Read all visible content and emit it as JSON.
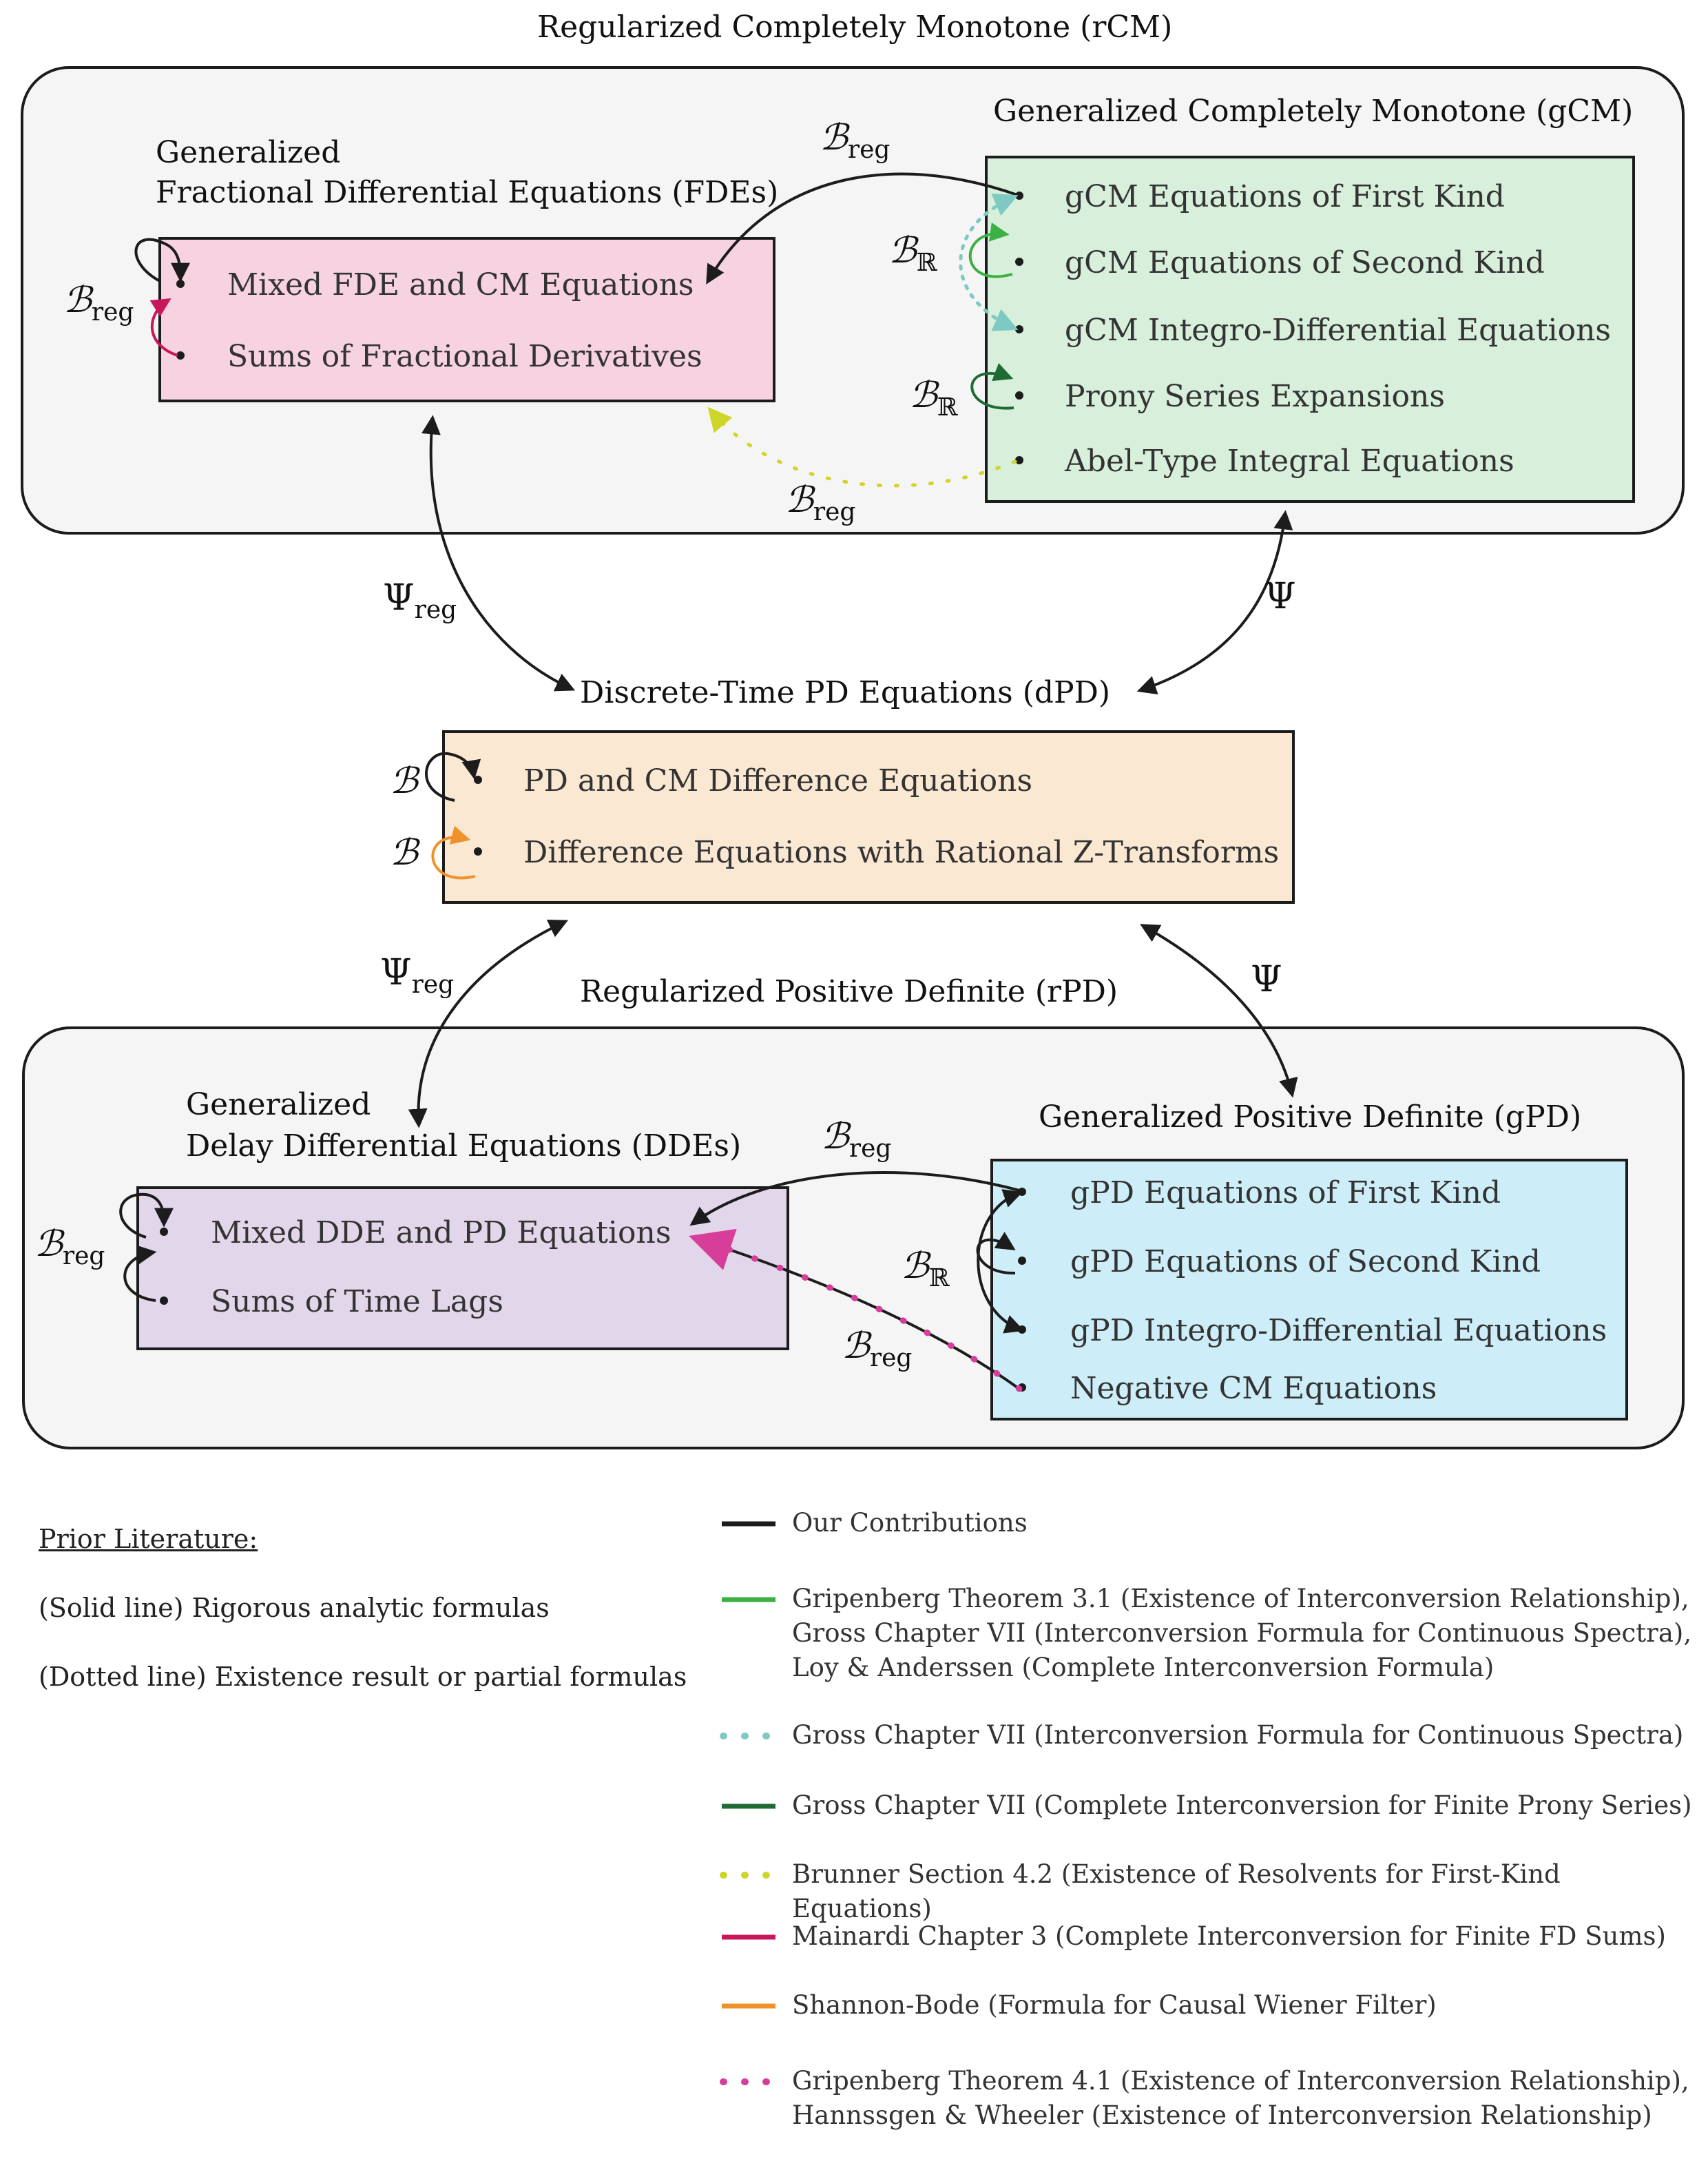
{
  "rcm": {
    "title": "Regularized Completely Monotone (rCM)",
    "fde": {
      "title_l1": "Generalized",
      "title_l2": "Fractional Differential Equations (FDEs)",
      "items": [
        "Mixed FDE and CM Equations",
        "Sums of Fractional Derivatives"
      ]
    },
    "gcm": {
      "title": "Generalized Completely Monotone (gCM)",
      "items": [
        "gCM Equations of First Kind",
        "gCM Equations of Second Kind",
        "gCM Integro-Differential Equations",
        "Prony Series Expansions",
        "Abel-Type Integral Equations"
      ]
    }
  },
  "dpd": {
    "title": "Discrete-Time PD Equations (dPD)",
    "items": [
      "PD and CM Difference Equations",
      "Difference Equations with Rational Z-Transforms"
    ]
  },
  "rpd": {
    "title": "Regularized Positive Definite (rPD)",
    "dde": {
      "title_l1": "Generalized",
      "title_l2": "Delay Differential Equations (DDEs)",
      "items": [
        "Mixed DDE and PD Equations",
        "Sums of Time Lags"
      ]
    },
    "gpd": {
      "title": "Generalized Positive Definite (gPD)",
      "items": [
        "gPD Equations of First Kind",
        "gPD Equations of Second Kind",
        "gPD Integro-Differential Equations",
        "Negative CM Equations"
      ]
    }
  },
  "symbols": {
    "B": "ℬ",
    "R": "ℝ",
    "Psi": "Ψ",
    "reg": "reg"
  },
  "prior": {
    "heading": "Prior Literature:",
    "solid": "(Solid line) Rigorous analytic formulas",
    "dotted": "(Dotted line) Existence result or partial formulas"
  },
  "legend": [
    {
      "style": "solid",
      "color": "#1c1c1c",
      "lines": [
        "Our Contributions"
      ]
    },
    {
      "style": "solid",
      "color": "#3cb043",
      "lines": [
        "Gripenberg Theorem 3.1 (Existence of Interconversion Relationship),",
        "Gross Chapter VII (Interconversion Formula for Continuous Spectra),",
        "Loy & Anderssen (Complete Interconversion Formula)"
      ]
    },
    {
      "style": "dotted",
      "color": "#7ecac3",
      "lines": [
        "Gross Chapter VII (Interconversion Formula for Continuous Spectra)"
      ]
    },
    {
      "style": "solid",
      "color": "#1e6b35",
      "lines": [
        "Gross Chapter VII (Complete Interconversion for Finite Prony Series)"
      ]
    },
    {
      "style": "dotted",
      "color": "#cfd62a",
      "lines": [
        "Brunner Section 4.2 (Existence of Resolvents for First-Kind Equations)"
      ]
    },
    {
      "style": "solid",
      "color": "#c8175a",
      "lines": [
        "Mainardi Chapter 3 (Complete Interconversion for Finite FD Sums)"
      ]
    },
    {
      "style": "solid",
      "color": "#f0922b",
      "lines": [
        "Shannon-Bode (Formula for Causal Wiener Filter)"
      ]
    },
    {
      "style": "dotted",
      "color": "#d63e9a",
      "lines": [
        "Gripenberg Theorem 4.1 (Existence of Interconversion Relationship),",
        "Hannssgen & Wheeler (Existence of Interconversion Relationship)"
      ]
    }
  ]
}
